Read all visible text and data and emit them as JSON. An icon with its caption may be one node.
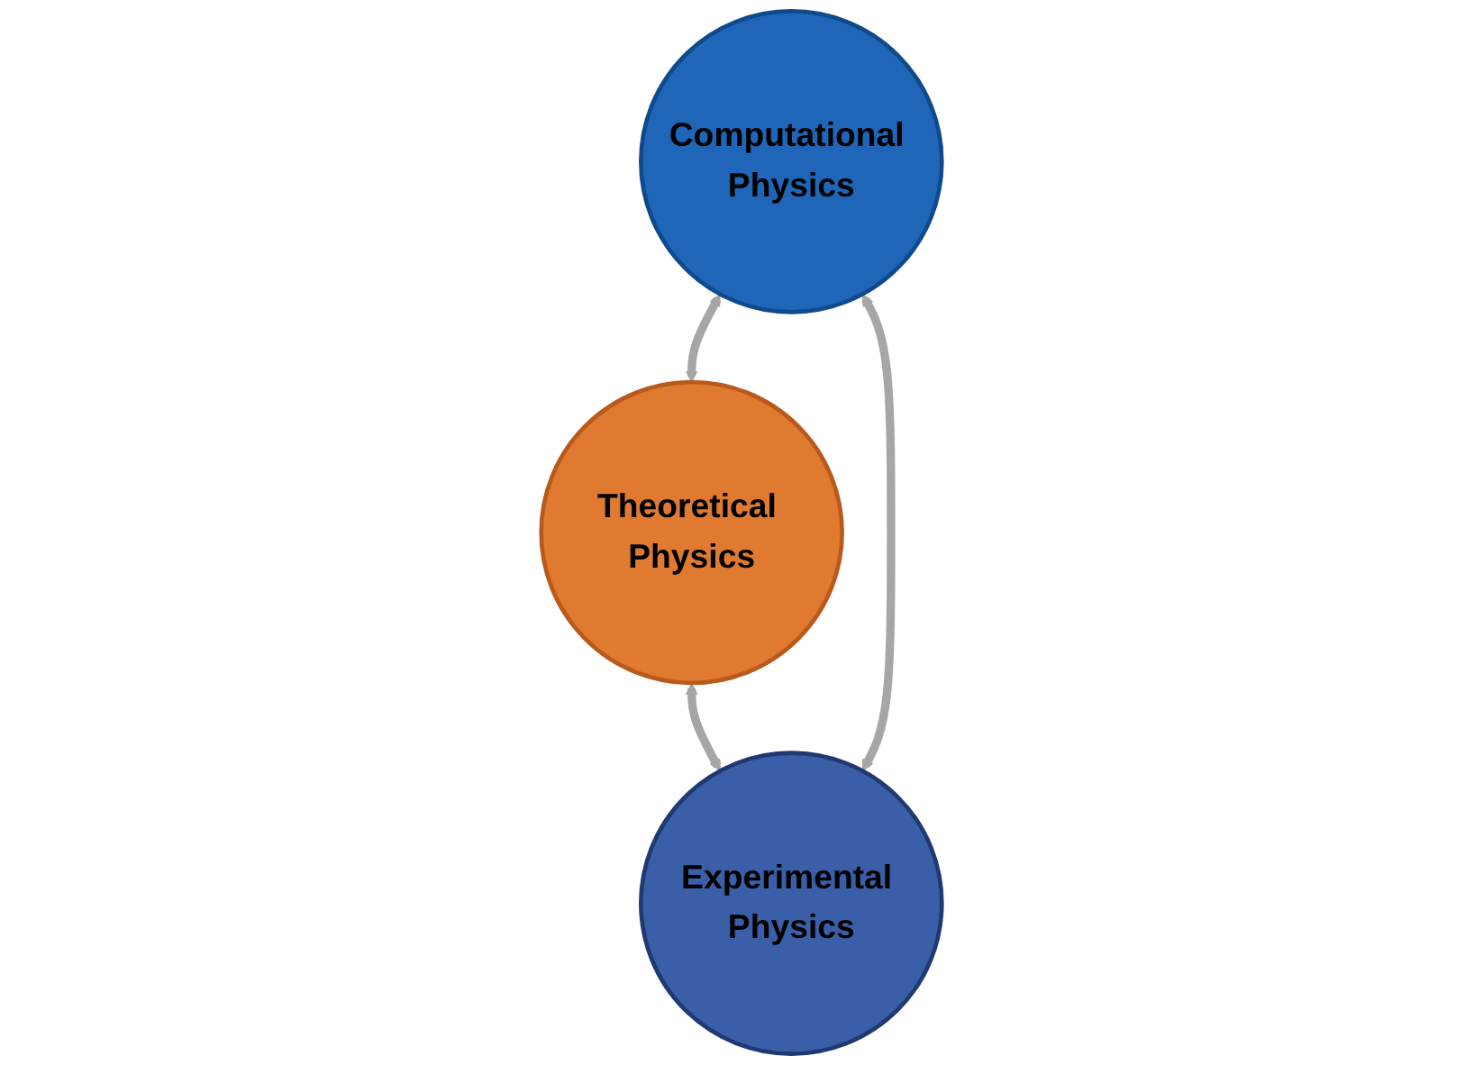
{
  "diagram": {
    "nodes": [
      {
        "text": [
          "Theoretical Physics"
        ]
      },
      {
        "text": [
          "Computational Physics"
        ]
      },
      {
        "text": [
          "Experimental Physics"
        ]
      }
    ],
    "edges": [
      {
        "from": 1,
        "to": 0,
        "arrow": "both"
      },
      {
        "from": 0,
        "to": 2,
        "arrow": "both"
      },
      {
        "from": 1,
        "to": 2,
        "arrow": "both"
      }
    ]
  }
}
